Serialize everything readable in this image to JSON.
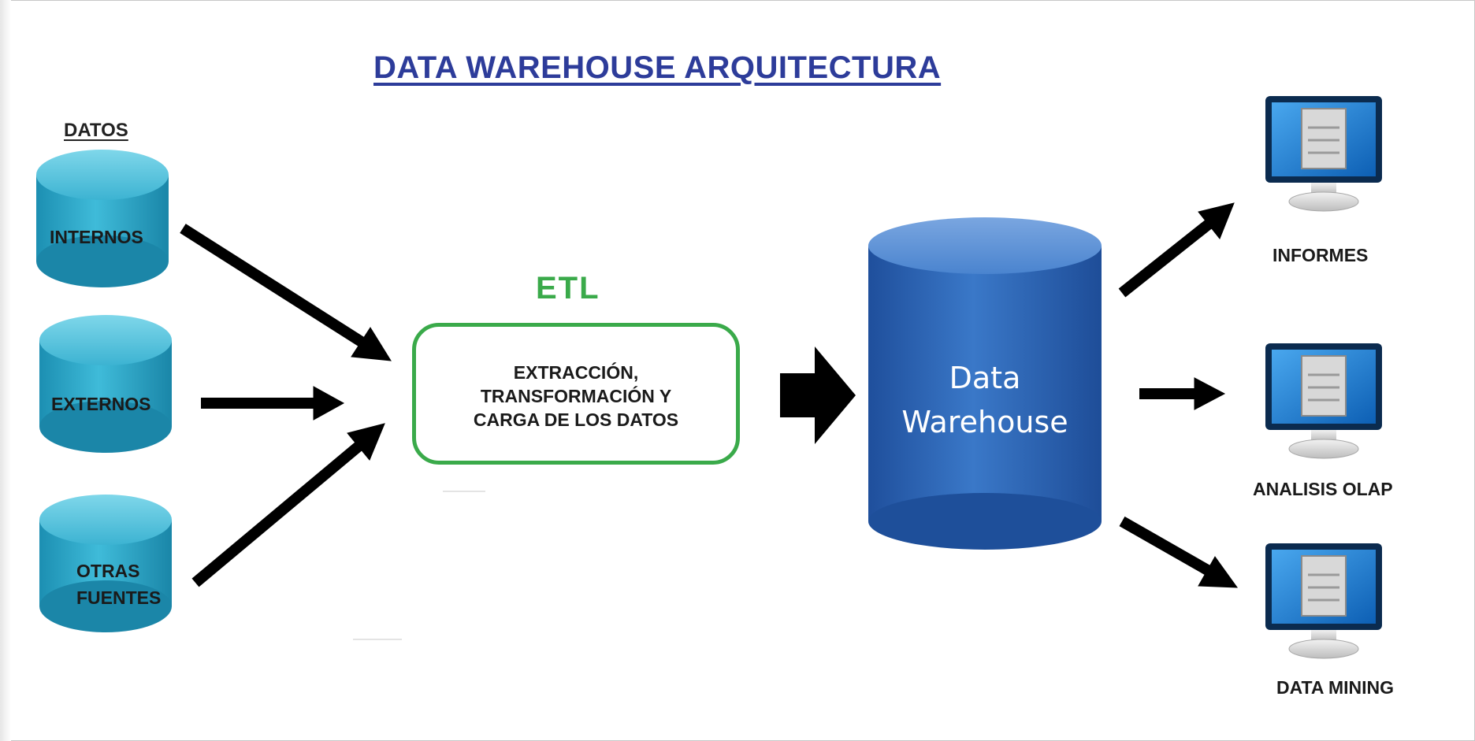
{
  "title": "DATA WAREHOUSE ARQUITECTURA",
  "sources": {
    "heading": "DATOS",
    "items": [
      {
        "line1": "INTERNOS",
        "line2": ""
      },
      {
        "line1": "EXTERNOS",
        "line2": ""
      },
      {
        "line1": "OTRAS",
        "line2": "FUENTES"
      }
    ]
  },
  "etl": {
    "heading": "ETL",
    "line1": "EXTRACCIÓN,",
    "line2": "TRANSFORMACIÓN Y",
    "line3": "CARGA DE LOS DATOS"
  },
  "warehouse": {
    "line1": "Data",
    "line2": "Warehouse"
  },
  "outputs": [
    "INFORMES",
    "ANALISIS OLAP",
    "DATA MINING"
  ],
  "colors": {
    "title": "#2d3c9a",
    "etl_green": "#3aaa4a",
    "source_cylinder": "#2fa9c9",
    "warehouse_blue": "#2f66b8",
    "monitor_screen": "#1d7fd1",
    "arrow": "#000000"
  },
  "icons": {
    "source": "database-cylinder-icon",
    "warehouse": "database-cylinder-icon",
    "output": "monitor-icon"
  }
}
